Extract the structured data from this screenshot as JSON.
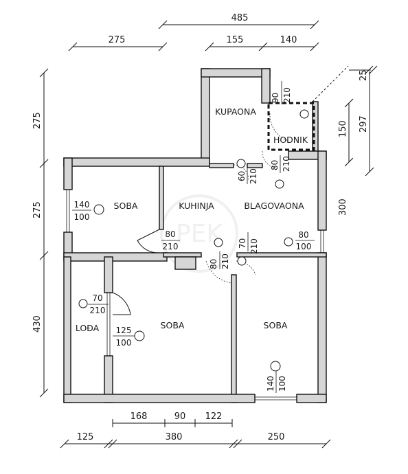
{
  "rooms": {
    "kupaona": "KUPAONA",
    "hodnik": "HODNIK",
    "soba_top_left": "SOBA",
    "kuhinja": "KUHINJA",
    "blagovaona": "BLAGOVAONA",
    "loda": "LOĐA",
    "soba_center": "SOBA",
    "soba_right": "SOBA"
  },
  "dimensions": {
    "top_total": "485",
    "top_left": "275",
    "top_mid": "155",
    "top_right": "140",
    "top_corner": "25",
    "left_upper": "275",
    "left_middle": "275",
    "left_lower": "430",
    "right_150": "150",
    "right_297": "297",
    "right_300": "300",
    "bottom_168": "168",
    "bottom_90": "90",
    "bottom_122": "122",
    "bottom_125": "125",
    "bottom_380": "380",
    "bottom_250": "250"
  },
  "openings": {
    "hodnik_door_w": "90",
    "hodnik_door_h": "210",
    "hodnik_lower_w": "80",
    "hodnik_lower_h": "210",
    "kupaona_door_w": "60",
    "kupaona_door_h": "210",
    "soba_window_w": "140",
    "soba_window_h": "100",
    "kuhinja_door_w": "80",
    "kuhinja_door_h": "210",
    "center_door_w": "80",
    "center_door_h": "210",
    "right_door_w": "70",
    "right_door_h": "210",
    "blag_window_w": "80",
    "blag_window_h": "100",
    "loda_door_w": "70",
    "loda_door_h": "210",
    "soba_c_window_w": "125",
    "soba_c_window_h": "100",
    "soba_r_window_w": "140",
    "soba_r_window_h": "100"
  },
  "watermark": "PEK"
}
